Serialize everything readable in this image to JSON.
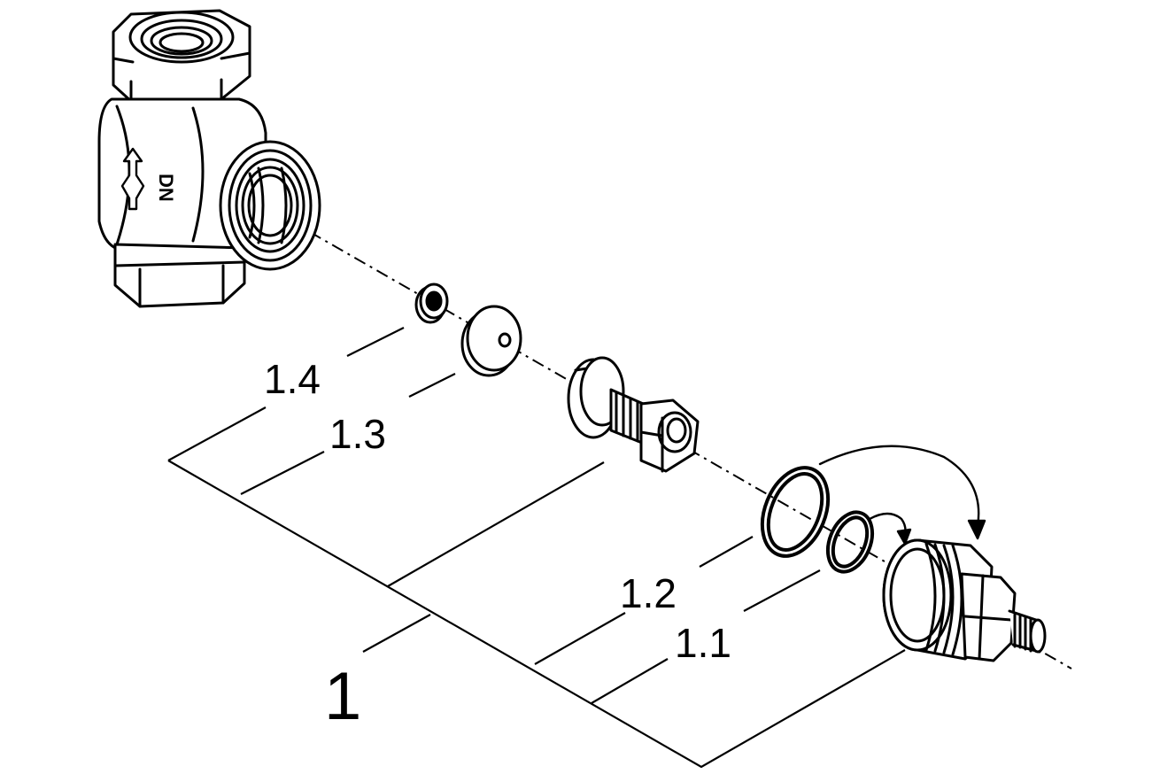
{
  "diagram": {
    "labels": {
      "main": "1",
      "p1_1": "1.1",
      "p1_2": "1.2",
      "p1_3": "1.3",
      "p1_4": "1.4"
    },
    "valve_body_marking": "DN"
  }
}
